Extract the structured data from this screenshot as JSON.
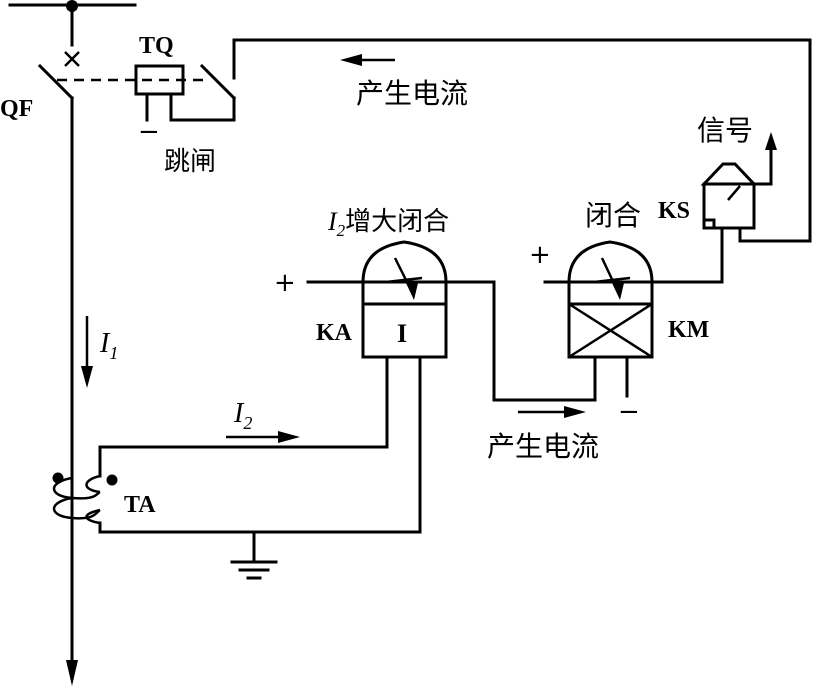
{
  "labels": {
    "qf": "QF",
    "tq": "TQ",
    "trip": "跳闸",
    "current_top": "产生电流",
    "signal": "信号",
    "ks": "KS",
    "i2_close_sym": "I",
    "i2_close_sub": "2",
    "i2_close_text": "增大闭合",
    "close": "闭合",
    "ka": "KA",
    "ka_mark": "I",
    "km": "KM",
    "current_bottom": "产生电流",
    "i1_sym": "I",
    "i1_sub": "1",
    "i2_sym": "I",
    "i2_sub": "2",
    "ta": "TA",
    "plus_ka": "+",
    "plus_km": "+",
    "minus_tq": "−",
    "minus_km": "−"
  }
}
